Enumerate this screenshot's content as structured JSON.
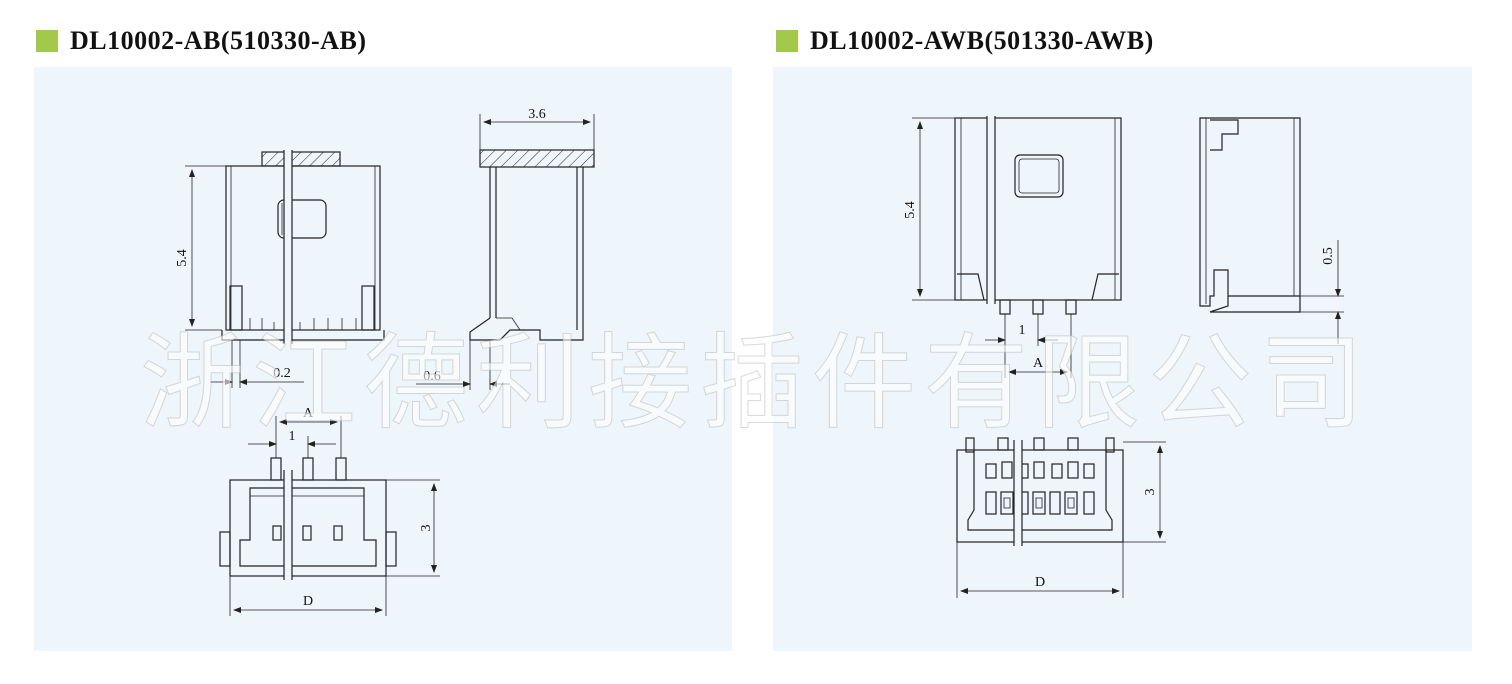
{
  "left": {
    "title": "DL10002-AB(510330-AB)",
    "dims": {
      "h": "5.4",
      "w_side": "3.6",
      "pin_t": "0.2",
      "foot": "0.6",
      "a": "A",
      "pitch": "1",
      "h_bottom": "3",
      "d": "D"
    }
  },
  "right": {
    "title": "DL10002-AWB(501330-AWB)",
    "dims": {
      "h": "5.4",
      "step": "0.5",
      "pitch": "1",
      "a": "A",
      "h_bottom": "3",
      "d": "D"
    }
  },
  "watermark": "浙江德利接插件有限公司",
  "colors": {
    "accent": "#a2c94a",
    "panel_bg": "#eef6fb",
    "line": "#222222"
  }
}
